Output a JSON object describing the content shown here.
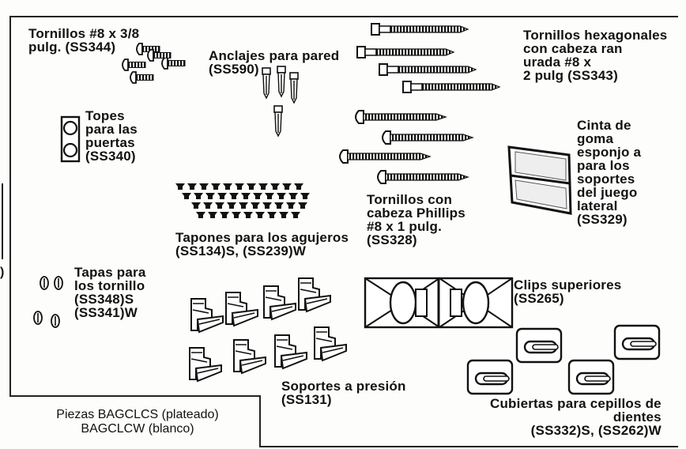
{
  "labels": {
    "tornillos_38": "Tornillos #8 x 3/8\npulg. (SS344)",
    "anclajes": "Anclajes para pared\n(SS590)",
    "hexagonales": "Tornillos hexagonales\ncon cabeza ran\nurada #8 x\n2 pulg (SS343)",
    "topes": "Topes\npara las\npuertas\n(SS340)",
    "cinta": "Cinta de\ngoma\nesponjo a\npara los\nsoportes\ndel juego\nlateral\n(SS329)",
    "phillips": "Tornillos con\ncabeza Phillips\n#8 x 1 pulg.\n(SS328)",
    "tapones": "Tapones para los agujeros\n(SS134)S, (SS239)W",
    "tapas": "Tapas para\nlos tornillo\n(SS348)S\n(SS341)W",
    "clips": "Clips superiores\n(SS265)",
    "soportes": "Soportes a presión\n(SS131)",
    "cubiertas": "Cubiertas para cepillos de\ndientes\n(SS332)S, (SS262)W"
  },
  "legend": {
    "line1": "Piezas  BAGCLCS (plateado)",
    "line2": "BAGCLCW (blanco)"
  }
}
